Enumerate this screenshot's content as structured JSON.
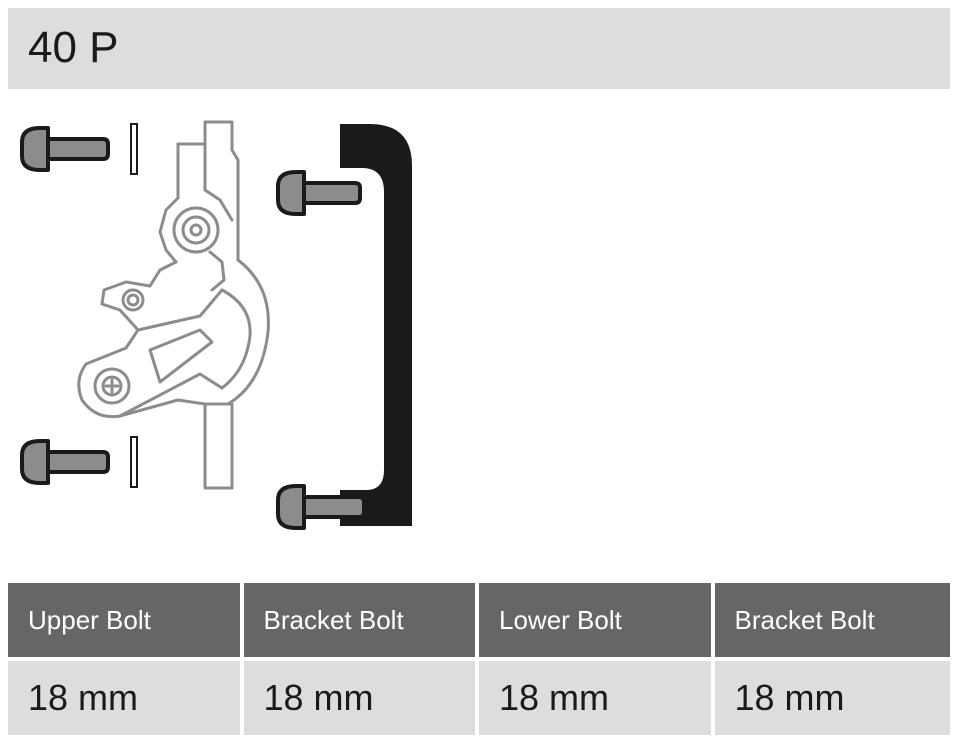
{
  "title": "40 P",
  "colors": {
    "header_bg": "#dddddd",
    "table_header_bg": "#666666",
    "table_value_bg": "#dddddd",
    "bolt_fill": "#8c8c8c",
    "adapter_fill": "#1a1a1a",
    "caliper_outline": "#8c8c8c"
  },
  "diagram": {
    "components": [
      {
        "name": "upper-bolt",
        "icon": "bolt-icon"
      },
      {
        "name": "upper-washer",
        "icon": "washer-icon"
      },
      {
        "name": "brake-caliper",
        "icon": "caliper-icon"
      },
      {
        "name": "lower-bolt",
        "icon": "bolt-icon"
      },
      {
        "name": "lower-washer",
        "icon": "washer-icon"
      },
      {
        "name": "adapter-bracket",
        "icon": "bracket-icon"
      },
      {
        "name": "upper-bracket-bolt",
        "icon": "bolt-icon"
      },
      {
        "name": "lower-bracket-bolt",
        "icon": "bolt-icon"
      }
    ]
  },
  "table": {
    "columns": [
      {
        "header": "Upper Bolt",
        "value": "18 mm"
      },
      {
        "header": "Bracket Bolt",
        "value": "18 mm"
      },
      {
        "header": "Lower Bolt",
        "value": "18 mm"
      },
      {
        "header": "Bracket Bolt",
        "value": "18 mm"
      }
    ]
  }
}
